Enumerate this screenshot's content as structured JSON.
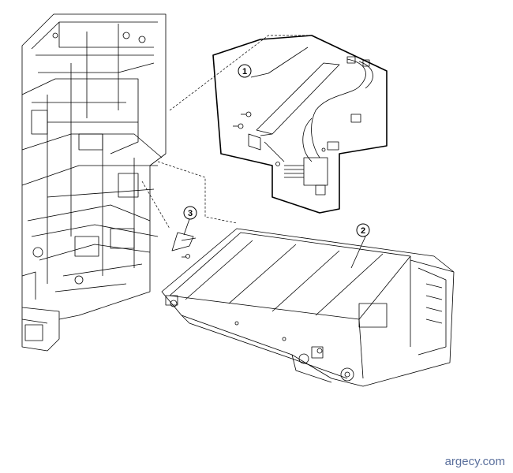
{
  "callouts": [
    {
      "label": "1"
    },
    {
      "label": "2"
    },
    {
      "label": "3"
    }
  ],
  "watermark": "argecy.com",
  "colors": {
    "line": "#000000",
    "background": "#ffffff",
    "watermark": "#5a6f9c"
  }
}
